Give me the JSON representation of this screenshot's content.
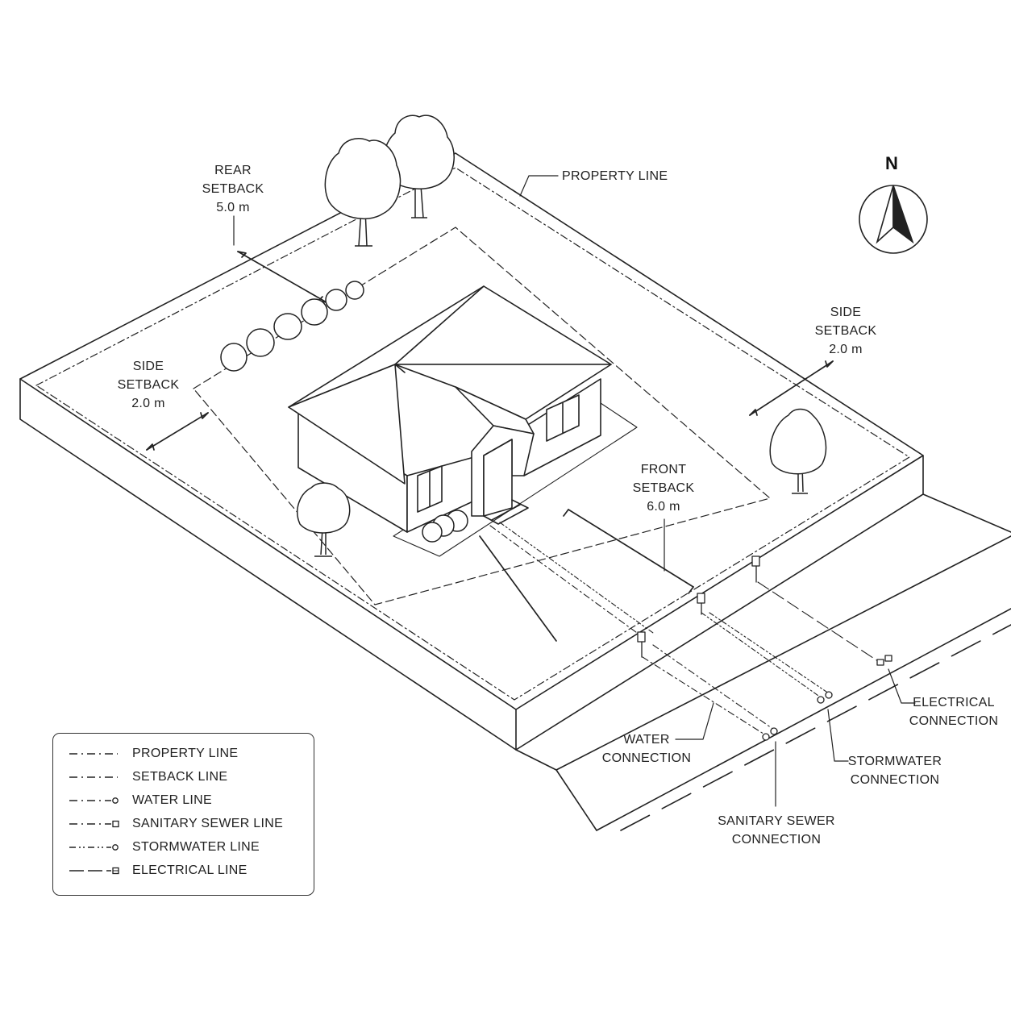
{
  "labels": {
    "property_line": "PROPERTY LINE",
    "rear_setback": [
      "REAR",
      "SETBACK",
      "5.0 m"
    ],
    "side_setback_left": [
      "SIDE",
      "SETBACK",
      "2.0 m"
    ],
    "side_setback_right": [
      "SIDE",
      "SETBACK",
      "2.0 m"
    ],
    "front_setback": [
      "FRONT",
      "SETBACK",
      "6.0 m"
    ],
    "water_connection": [
      "WATER",
      "CONNECTION"
    ],
    "electrical_connection": [
      "ELECTRICAL",
      "CONNECTION"
    ],
    "stormwater_connection": [
      "STORMWATER",
      "CONNECTION"
    ],
    "sanitary_sewer_connection": [
      "SANITARY SEWER",
      "CONNECTION"
    ]
  },
  "north_arrow": {
    "letter": "N"
  },
  "legend": {
    "items": [
      {
        "label": "PROPERTY LINE",
        "style": "dash-dot"
      },
      {
        "label": "SETBACK LINE",
        "style": "dash-dot"
      },
      {
        "label": "WATER LINE",
        "style": "dash-dot-circle"
      },
      {
        "label": "SANITARY SEWER LINE",
        "style": "dash-dot-square"
      },
      {
        "label": "STORMWATER LINE",
        "style": "dash-dotdot-circle"
      },
      {
        "label": "ELECTRICAL LINE",
        "style": "long-dash-square"
      }
    ]
  },
  "colors": {
    "ink": "#222222",
    "paper": "#ffffff"
  }
}
